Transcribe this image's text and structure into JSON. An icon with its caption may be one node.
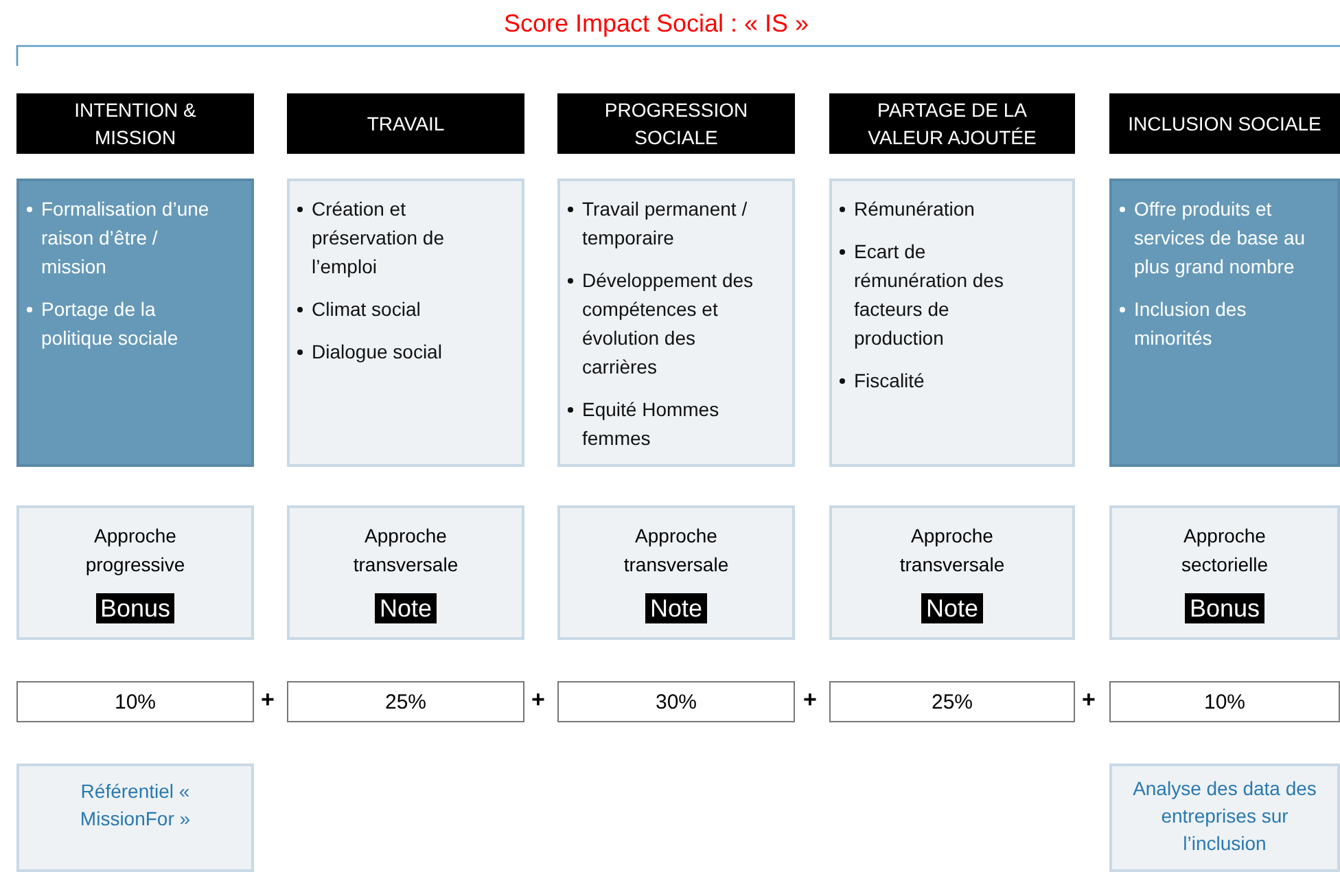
{
  "diagram": {
    "title": "Score Impact Social : « IS »",
    "nodes": [
      {
        "text": [
          "INTENTION & MISSION"
        ]
      },
      {
        "text": [
          "TRAVAIL"
        ]
      },
      {
        "text": [
          "PROGRESSION SOCIALE"
        ]
      },
      {
        "text": [
          "PARTAGE DE LA VALEUR AJOUTÉE"
        ]
      },
      {
        "text": [
          "INCLUSION SOCIALE"
        ]
      },
      {
        "text": [
          "Formalisation d’une raison d’être / mission",
          "Portage de la politique sociale"
        ]
      },
      {
        "text": [
          "Création  et préservation de l’emploi",
          "Climat social",
          "Dialogue social"
        ]
      },
      {
        "text": [
          "Travail permanent / temporaire",
          "Développement des compétences et évolution des carrières",
          "Equité Hommes femmes"
        ]
      },
      {
        "text": [
          "Rémunération",
          "Ecart de rémunération des facteurs de production",
          "Fiscalité"
        ]
      },
      {
        "text": [
          "Offre produits et services de base au plus grand nombre",
          "Inclusion des minorités"
        ]
      },
      {
        "text": [
          "Approche progressive",
          "Bonus"
        ]
      },
      {
        "text": [
          "Approche transversale",
          "Note"
        ]
      },
      {
        "text": [
          "Approche transversale",
          "Note"
        ]
      },
      {
        "text": [
          "Approche transversale",
          "Note"
        ]
      },
      {
        "text": [
          "Approche sectorielle",
          "Bonus"
        ]
      },
      {
        "text": [
          "10%"
        ]
      },
      {
        "text": [
          "25%"
        ]
      },
      {
        "text": [
          "30%"
        ]
      },
      {
        "text": [
          "25%"
        ]
      },
      {
        "text": [
          "10%"
        ]
      },
      {
        "text": [
          "Référentiel « MissionFor »"
        ]
      },
      {
        "text": [
          "Analyse des data des entreprises sur l’inclusion"
        ]
      }
    ],
    "labels": [
      "+",
      "+",
      "+",
      "+"
    ]
  }
}
